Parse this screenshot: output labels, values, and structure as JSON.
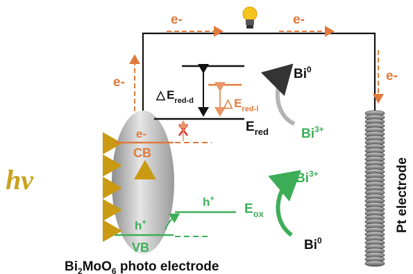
{
  "colors": {
    "electron": "#e07a3c",
    "hole": "#3dae57",
    "photon": "#c9a21a",
    "wire": "#111111",
    "electrode_gray": "#9a9a9a",
    "block_x": "#e0302a"
  },
  "icons": [
    "lightbulb-icon",
    "blocked-x-icon",
    "pt-electrode-coil"
  ],
  "labels": {
    "e_top_left": "e-",
    "e_top_right": "e-",
    "e_left_wire": "e-",
    "e_right_wire": "e-",
    "e_cb": "e-",
    "hv": "hv",
    "cb": "CB",
    "vb": "VB",
    "h_vb": "h",
    "h_vb_sup": "+",
    "h_path": "h",
    "h_path_sup": "+",
    "delta": "△",
    "e_red_d_main": "E",
    "e_red_d_sub": "red-d",
    "e_red_l_main": "E",
    "e_red_l_sub": "red-l",
    "e_red_main": "E",
    "e_red_sub": "red",
    "e_ox_main": "E",
    "e_ox_sub": "ox",
    "bi0_top": "Bi",
    "bi0_top_sup": "0",
    "bi3_top": "Bi",
    "bi3_top_sup": "3+",
    "bi3_bottom": "Bi",
    "bi3_bottom_sup": "3+",
    "bi0_bottom": "Bi",
    "bi0_bottom_sup": "0",
    "pt_electrode": "Pt electrode",
    "photo_electrode_pre": "Bi",
    "photo_electrode_sub1": "2",
    "photo_electrode_mid": "MoO",
    "photo_electrode_sub2": "6",
    "photo_electrode_post": " photo electrode"
  }
}
